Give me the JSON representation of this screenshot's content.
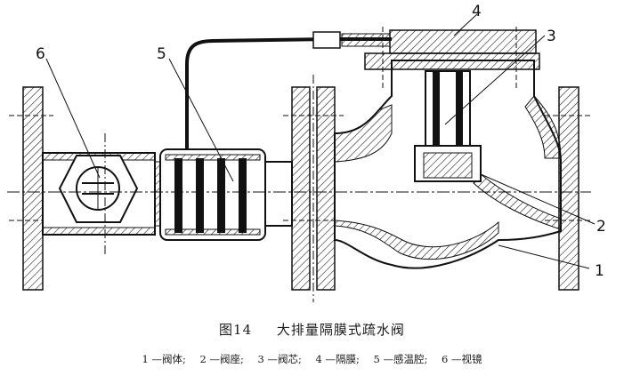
{
  "callouts": {
    "c1": "1",
    "c2": "2",
    "c3": "3",
    "c4": "4",
    "c5": "5",
    "c6": "6"
  },
  "caption": {
    "figure_number": "图14",
    "title": "大排量隔膜式疏水阀"
  },
  "legend": [
    {
      "text": "1 —阀体;"
    },
    {
      "text": "2 —阀座;"
    },
    {
      "text": "3 —阀芯;"
    },
    {
      "text": "4 —隔膜;"
    },
    {
      "text": "5 —感温腔;"
    },
    {
      "text": "6 —视镜"
    }
  ]
}
